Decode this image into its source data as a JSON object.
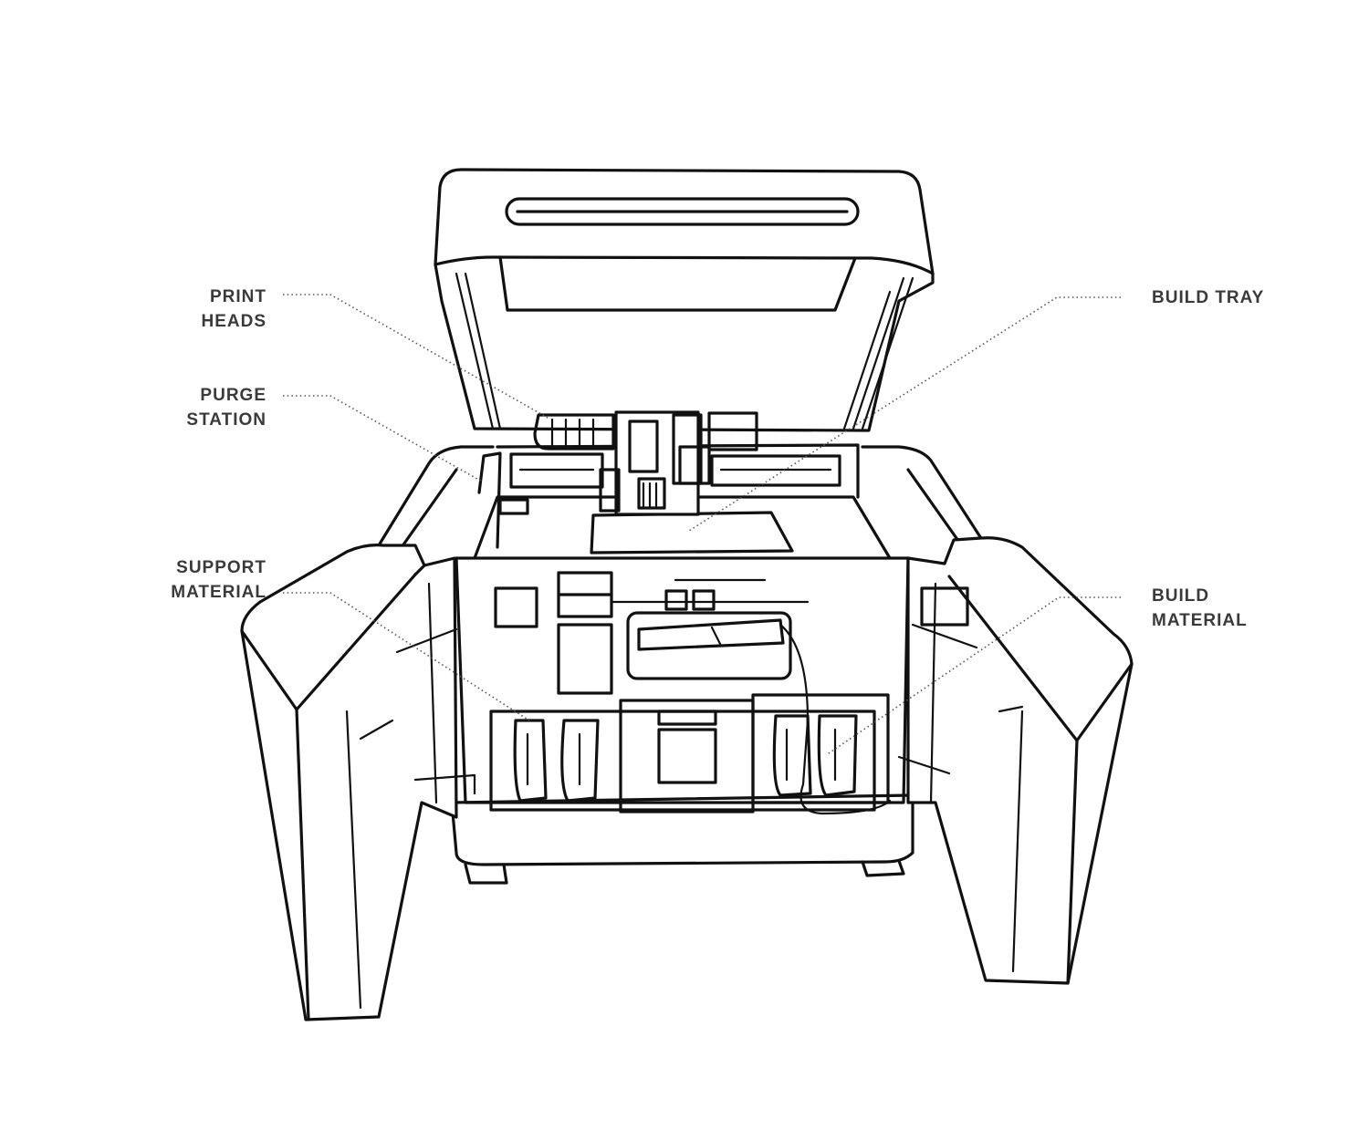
{
  "labels": {
    "print_heads": "PRINT\nHEADS",
    "purge_station": "PURGE\nSTATION",
    "support_material": "SUPPORT\nMATERIAL",
    "build_tray": "BUILD TRAY",
    "build_material": "BUILD\nMATERIAL"
  },
  "colors": {
    "line": "#111111",
    "label_text": "#3a3a3a",
    "background": "#ffffff"
  }
}
